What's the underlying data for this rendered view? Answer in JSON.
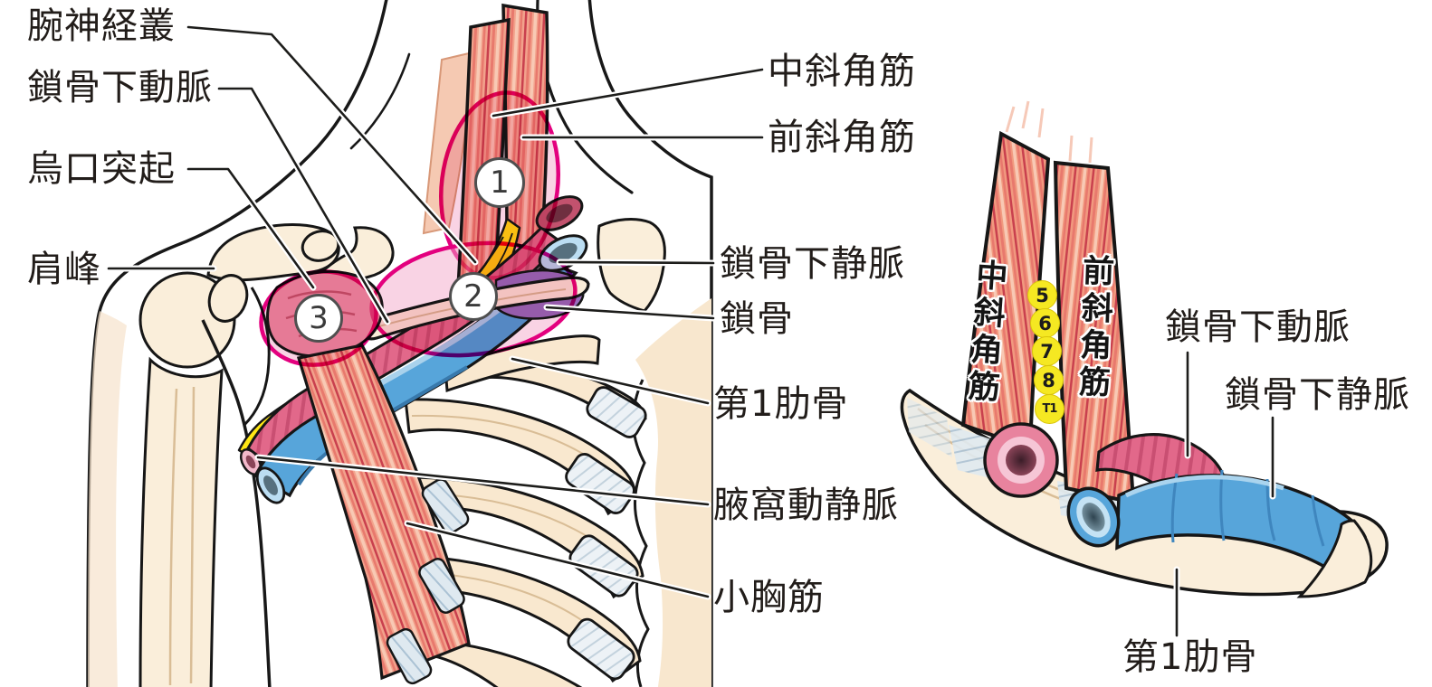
{
  "figure_title": "thoracic outlet anatomy diagram",
  "left_panel": {
    "labels": {
      "brachial_plexus": "腕神経叢",
      "subclavian_artery": "鎖骨下動脈",
      "coracoid_process": "烏口突起",
      "acromion": "肩峰",
      "middle_scalene": "中斜角筋",
      "anterior_scalene": "前斜角筋",
      "subclavian_vein": "鎖骨下静脈",
      "clavicle": "鎖骨",
      "first_rib": "第1肋骨",
      "axillary_vessels": "腋窩動静脈",
      "pectoralis_minor": "小胸筋"
    },
    "compression_site_numbers": [
      "1",
      "2",
      "3"
    ]
  },
  "right_panel": {
    "labels": {
      "middle_scalene": "中斜角筋",
      "anterior_scalene": "前斜角筋",
      "subclavian_artery": "鎖骨下動脈",
      "subclavian_vein": "鎖骨下静脈",
      "first_rib": "第1肋骨"
    },
    "nerve_root_labels": [
      "5",
      "6",
      "7",
      "8",
      "T1"
    ]
  },
  "palette": {
    "muscle_base": "#F2A28C",
    "muscle_streak_dark": "#C9404E",
    "bone_cream": "#FAEEDA",
    "vein_blue": "#57A5DA",
    "artery_pink": "#E2688A",
    "nerve_yellow": "#FFE714",
    "highlight_magenta": "#E3007E",
    "nerve_root_circle": "#F5E822"
  }
}
